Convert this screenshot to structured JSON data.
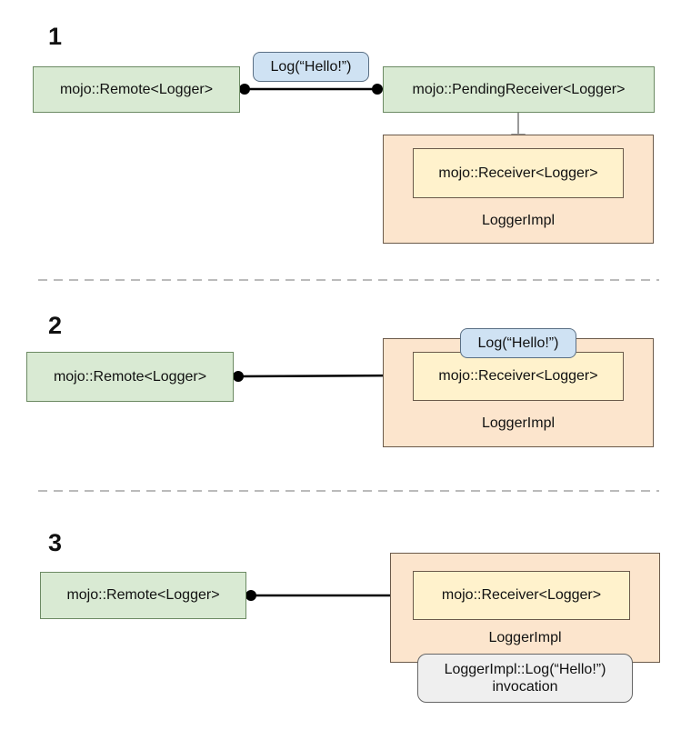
{
  "steps": [
    {
      "number": "1",
      "remote_label": "mojo::Remote<Logger>",
      "pending_receiver_label": "mojo::PendingReceiver<Logger>",
      "message_label": "Log(“Hello!”)",
      "receiver_label": "mojo::Receiver<Logger>",
      "impl_label": "LoggerImpl"
    },
    {
      "number": "2",
      "remote_label": "mojo::Remote<Logger>",
      "message_label": "Log(“Hello!”)",
      "receiver_label": "mojo::Receiver<Logger>",
      "impl_label": "LoggerImpl"
    },
    {
      "number": "3",
      "remote_label": "mojo::Remote<Logger>",
      "receiver_label": "mojo::Receiver<Logger>",
      "impl_label": "LoggerImpl",
      "invocation_line1": "LoggerImpl::Log(“Hello!”)",
      "invocation_line2": "invocation"
    }
  ],
  "colors": {
    "remote_fill": "#d9ead3",
    "impl_fill": "#fce5cd",
    "receiver_fill": "#fff2cc",
    "message_fill": "#cfe2f3",
    "invocation_fill": "#efefef",
    "divider": "#bbbbbb"
  }
}
